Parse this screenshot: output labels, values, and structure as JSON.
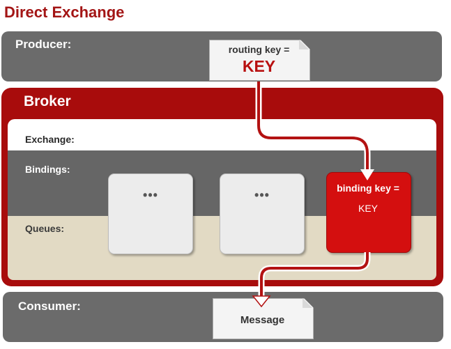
{
  "title": "Direct Exchange",
  "producer": {
    "label": "Producer:",
    "message_label": "routing key =",
    "message_value": "KEY"
  },
  "broker": {
    "label": "Broker",
    "exchange_label": "Exchange:",
    "bindings_label": "Bindings:",
    "queues_label": "Queues:",
    "queues": [
      {
        "label": "•••"
      },
      {
        "label": "•••"
      },
      {
        "binding_label": "binding key =",
        "binding_value": "KEY"
      }
    ]
  },
  "consumer": {
    "label": "Consumer:",
    "message_label": "Message"
  },
  "colors": {
    "accent_red": "#a80c0c",
    "band_gray": "#6b6b6b",
    "queue_beige": "#e2dac4",
    "flow_white": "#ffffff"
  }
}
